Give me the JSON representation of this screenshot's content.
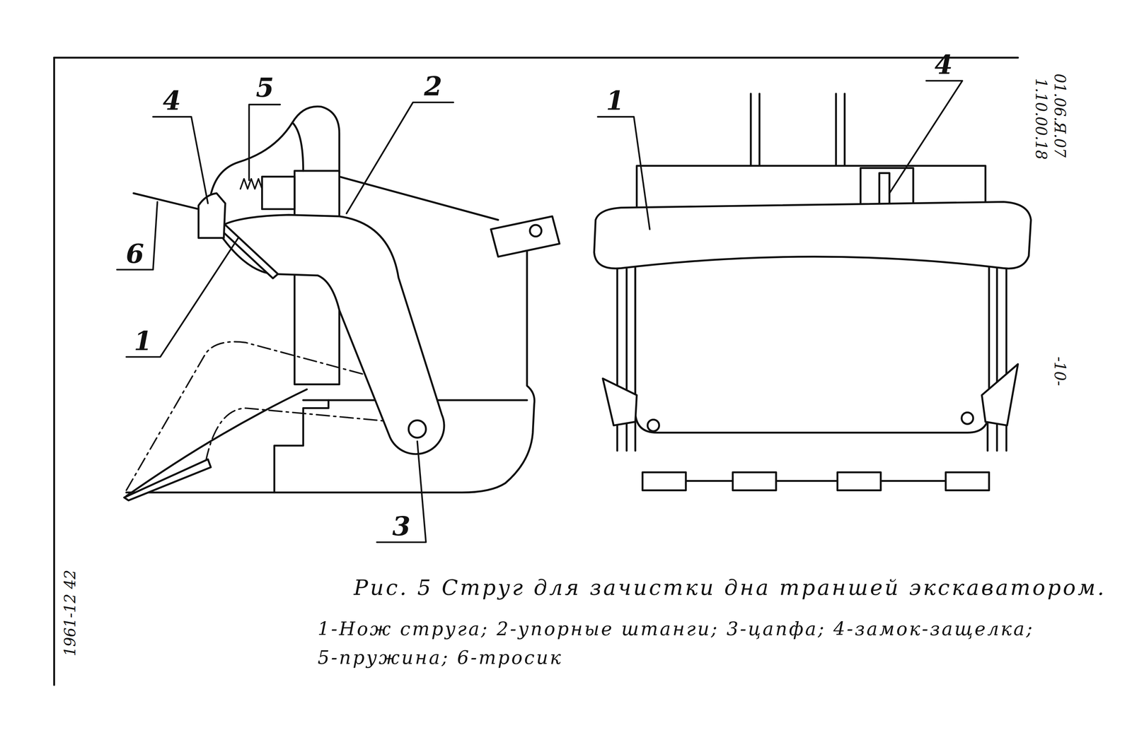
{
  "diagram": {
    "caption": "Рис. 5 Струг для зачистки дна траншей экскаватором.",
    "labels": [
      "4",
      "5",
      "2",
      "6",
      "1",
      "3",
      "1",
      "4",
      "01.06.Я.07",
      "1.10.00.18",
      "-10-",
      "1961-12 42",
      "1-Нож струга; 2-упорные штанги; 3-цапфа; 4-замок-защелка;",
      "5-пружина; 6-тросик"
    ]
  }
}
